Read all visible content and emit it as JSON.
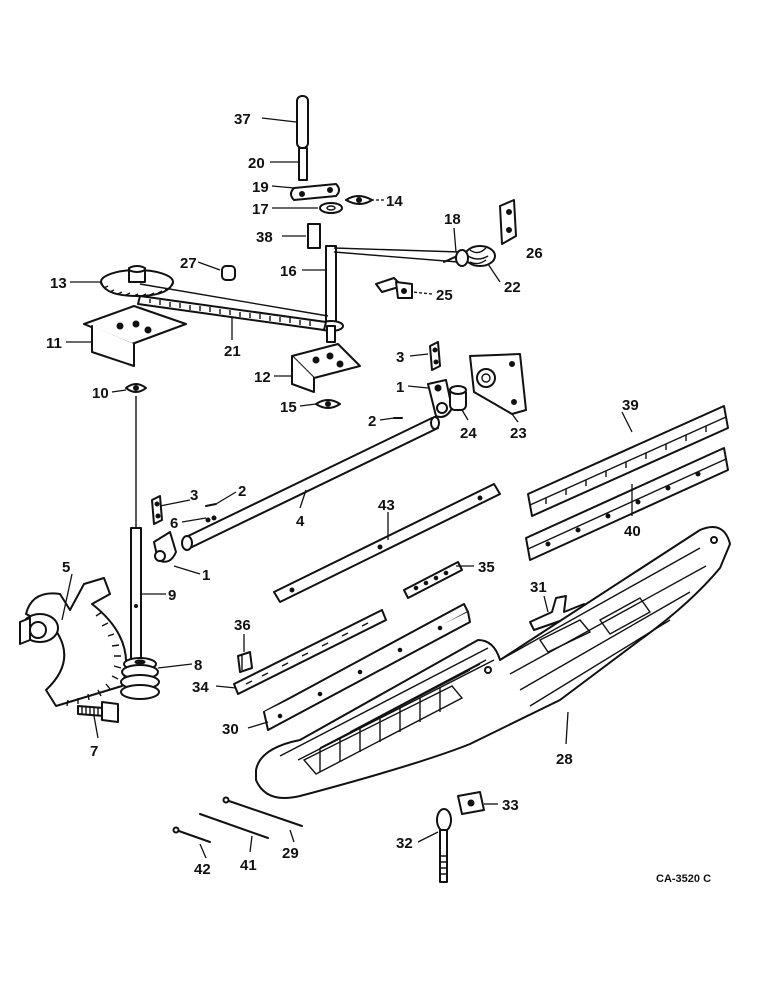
{
  "drawing_ref": "CA-3520 C",
  "line_color": "#111111",
  "background": "#ffffff",
  "callouts": [
    {
      "id": "c37",
      "label": "37",
      "part": "shaft-top"
    },
    {
      "id": "c20",
      "label": "20",
      "part": "coupler"
    },
    {
      "id": "c19",
      "label": "19",
      "part": "link-plate"
    },
    {
      "id": "c17",
      "label": "17",
      "part": "washer"
    },
    {
      "id": "c14",
      "label": "14",
      "part": "bearing-flange"
    },
    {
      "id": "c18",
      "label": "18",
      "part": "cable"
    },
    {
      "id": "c26",
      "label": "26",
      "part": "bracket-small"
    },
    {
      "id": "c38",
      "label": "38",
      "part": "spring"
    },
    {
      "id": "c27",
      "label": "27",
      "part": "bushing"
    },
    {
      "id": "c16",
      "label": "16",
      "part": "vertical-shaft"
    },
    {
      "id": "c22",
      "label": "22",
      "part": "pulley-roller"
    },
    {
      "id": "c13",
      "label": "13",
      "part": "sprocket"
    },
    {
      "id": "c25",
      "label": "25",
      "part": "clip-bracket"
    },
    {
      "id": "c11",
      "label": "11",
      "part": "mount-plate-left"
    },
    {
      "id": "c21",
      "label": "21",
      "part": "roller-chain"
    },
    {
      "id": "c3a",
      "label": "3",
      "part": "strap-upper"
    },
    {
      "id": "c12",
      "label": "12",
      "part": "mount-plate-right"
    },
    {
      "id": "c10",
      "label": "10",
      "part": "bearing-lower"
    },
    {
      "id": "c1a",
      "label": "1",
      "part": "arm-upper"
    },
    {
      "id": "c15",
      "label": "15",
      "part": "bearing-right"
    },
    {
      "id": "c2a",
      "label": "2",
      "part": "pin-upper"
    },
    {
      "id": "c24",
      "label": "24",
      "part": "spacer-tube"
    },
    {
      "id": "c23",
      "label": "23",
      "part": "bearing-bracket"
    },
    {
      "id": "c39",
      "label": "39",
      "part": "guard-strip-upper"
    },
    {
      "id": "c3b",
      "label": "3",
      "part": "strap-lower"
    },
    {
      "id": "c2b",
      "label": "2",
      "part": "pin-lower"
    },
    {
      "id": "c6",
      "label": "6",
      "part": "clip"
    },
    {
      "id": "c4",
      "label": "4",
      "part": "cross-shaft"
    },
    {
      "id": "c43",
      "label": "43",
      "part": "flat-bar"
    },
    {
      "id": "c40",
      "label": "40",
      "part": "guard-strip-lower"
    },
    {
      "id": "c1b",
      "label": "1",
      "part": "arm-lower"
    },
    {
      "id": "c5",
      "label": "5",
      "part": "gear-segment"
    },
    {
      "id": "c9",
      "label": "9",
      "part": "lower-rod"
    },
    {
      "id": "c35",
      "label": "35",
      "part": "short-strip"
    },
    {
      "id": "c31",
      "label": "31",
      "part": "latch"
    },
    {
      "id": "c36",
      "label": "36",
      "part": "clamp"
    },
    {
      "id": "c8",
      "label": "8",
      "part": "spring-coil-lower"
    },
    {
      "id": "c34",
      "label": "34",
      "part": "slotted-strip"
    },
    {
      "id": "c7",
      "label": "7",
      "part": "bolt"
    },
    {
      "id": "c30",
      "label": "30",
      "part": "angle-strip"
    },
    {
      "id": "c28",
      "label": "28",
      "part": "shoe-assembly"
    },
    {
      "id": "c33",
      "label": "33",
      "part": "washer-plate"
    },
    {
      "id": "c32",
      "label": "32",
      "part": "eye-bolt"
    },
    {
      "id": "c29",
      "label": "29",
      "part": "rod-long"
    },
    {
      "id": "c41",
      "label": "41",
      "part": "rod-medium"
    },
    {
      "id": "c42",
      "label": "42",
      "part": "rod-short"
    }
  ]
}
